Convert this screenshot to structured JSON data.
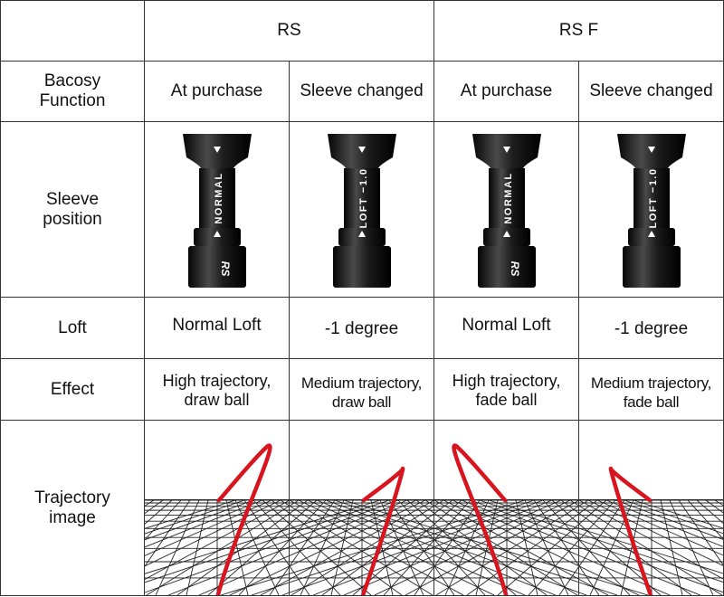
{
  "header": {
    "col_rs": "RS",
    "col_rsf": "RS F"
  },
  "rows": {
    "function": {
      "label_line1": "Bacosy",
      "label_line2": "Function",
      "cells": [
        "At purchase",
        "Sleeve changed",
        "At purchase",
        "Sleeve changed"
      ]
    },
    "sleeve": {
      "label_line1": "Sleeve",
      "label_line2": "position",
      "cells": [
        {
          "text": "NORMAL",
          "mark": "RS"
        },
        {
          "text": "LOFT −1.0",
          "mark": ""
        },
        {
          "text": "NORMAL",
          "mark": "RS"
        },
        {
          "text": "LOFT −1.0",
          "mark": ""
        }
      ]
    },
    "loft": {
      "label": "Loft",
      "cells": [
        "Normal Loft",
        "-1 degree",
        "Normal Loft",
        "-1 degree"
      ]
    },
    "effect": {
      "label": "Effect",
      "cells": [
        {
          "line1": "High trajectory,",
          "line2": "draw ball"
        },
        {
          "line1": "Medium trajectory,",
          "line2": "draw ball"
        },
        {
          "line1": "High trajectory,",
          "line2": "fade ball"
        },
        {
          "line1": "Medium trajectory,",
          "line2": "fade ball"
        }
      ]
    },
    "trajectory": {
      "label_line1": "Trajectory",
      "label_line2": "image"
    }
  },
  "colors": {
    "grid": "#333333",
    "trajectory": "#d8151f",
    "sleeve": "#1a1a1a"
  }
}
